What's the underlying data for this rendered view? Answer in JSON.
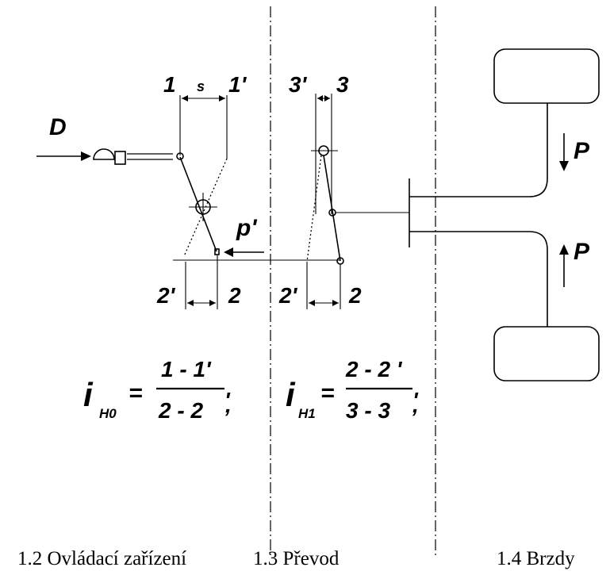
{
  "labels": {
    "force_D": "D",
    "point_1": "1",
    "point_1p": "1'",
    "stroke_s": "s",
    "point_3p": "3'",
    "point_3": "3",
    "force_p": "p'",
    "left_2p": "2'",
    "left_2": "2",
    "mid_2p": "2'",
    "mid_2": "2",
    "force_P_top": "P",
    "force_P_bottom": "P"
  },
  "formula_h0": {
    "i": "i",
    "sub": "H0",
    "eq": "=",
    "num": "1 - 1'",
    "den": "2 - 2",
    "mark": "'",
    "comma": ","
  },
  "formula_h1": {
    "i": "i",
    "sub": "H1",
    "eq": "=",
    "num": "2 - 2 '",
    "den": "3 - 3",
    "mark": "'",
    "comma": ","
  },
  "captions": {
    "controls": "1.2 Ovládací zařízení",
    "transmission": "1.3 Převod",
    "brakes": "1.4 Brzdy"
  }
}
